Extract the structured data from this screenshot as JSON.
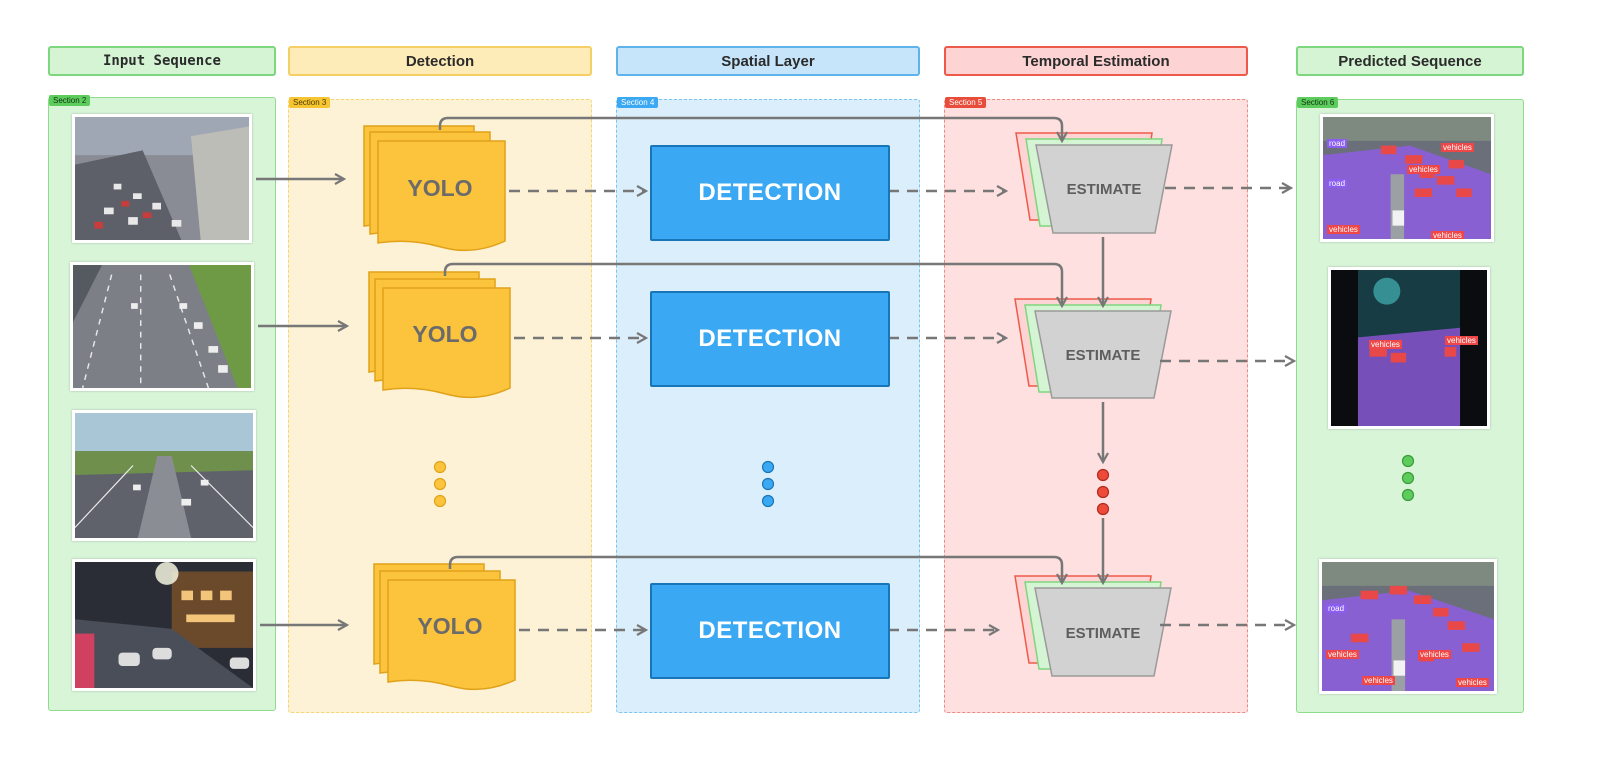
{
  "headers": {
    "input": "Input Sequence",
    "detection": "Detection",
    "spatial": "Spatial Layer",
    "temporal": "Temporal Estimation",
    "predicted": "Predicted Sequence"
  },
  "sections": {
    "input": "Section 2",
    "detection": "Section 3",
    "spatial": "Section 4",
    "temporal": "Section 5",
    "predicted": "Section 6"
  },
  "rows": [
    {
      "yolo": "YOLO",
      "detection": "DETECTION",
      "estimate": "ESTIMATE"
    },
    {
      "yolo": "YOLO",
      "detection": "DETECTION",
      "estimate": "ESTIMATE"
    },
    {
      "yolo": "YOLO",
      "detection": "DETECTION",
      "estimate": "ESTIMATE"
    }
  ],
  "overlay_labels": {
    "road": "road",
    "vehicles": "vehicles"
  },
  "colors": {
    "input": "#d6f5d6",
    "detection": "#fdf1d3",
    "spatial": "#daeefc",
    "temporal": "#fde0e0",
    "yolo": "#fcc43c",
    "detection_box": "#3aa8f2",
    "estimate": "#d2d2d2",
    "arrow": "#777777"
  }
}
